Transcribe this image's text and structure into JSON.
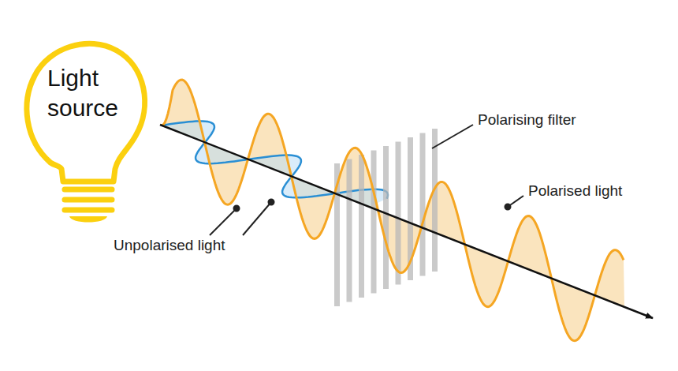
{
  "diagram": {
    "nodes": [
      {
        "text": [
          "Light source"
        ]
      }
    ],
    "labels": [
      "Unpolarised light",
      "Polarising filter",
      "Polarised light"
    ]
  }
}
